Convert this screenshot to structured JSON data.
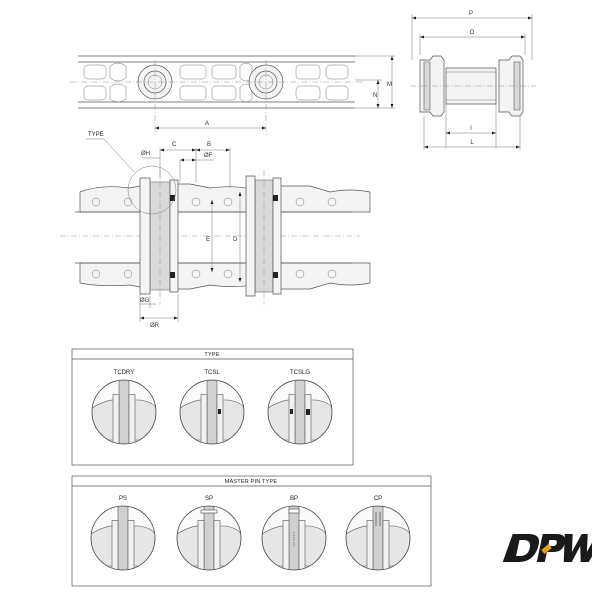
{
  "top_view_dims": {
    "A": "A",
    "N": "N",
    "M": "M"
  },
  "side_view_dims": {
    "P": "P",
    "O": "O",
    "I": "I",
    "L": "L"
  },
  "section_dims": {
    "type": "TYPE",
    "H": "ØH",
    "C": "C",
    "B": "B",
    "F": "ØF",
    "E": "E",
    "D": "D",
    "G": "ØG",
    "R": "ØR"
  },
  "type_panel": {
    "title": "TYPE",
    "items": [
      {
        "label": "TCDRY"
      },
      {
        "label": "TCSL"
      },
      {
        "label": "TCSLG"
      }
    ]
  },
  "master_pin_panel": {
    "title": "MASTER PIN TYPE",
    "items": [
      {
        "label": "PS"
      },
      {
        "label": "SP"
      },
      {
        "label": "BP"
      },
      {
        "label": "CP"
      }
    ]
  },
  "brand": {
    "logo_text": "DPW",
    "color_dark": "#1a1a1a",
    "color_accent": "#e8a21a"
  }
}
